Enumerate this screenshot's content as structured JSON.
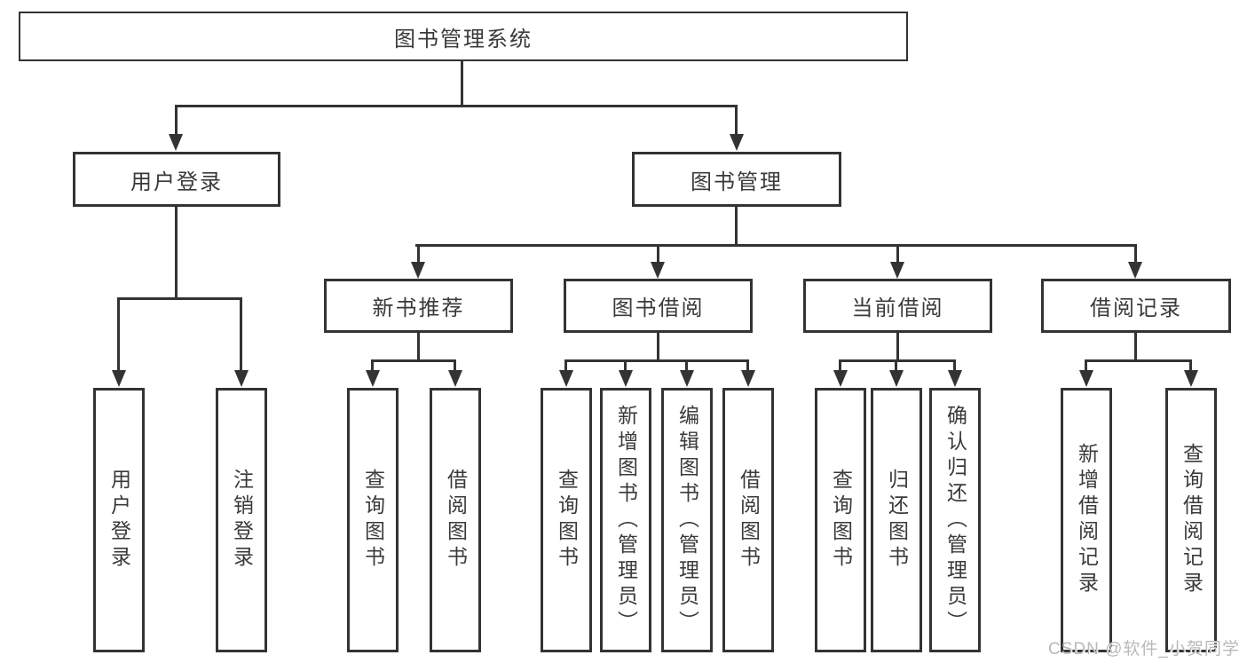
{
  "nodes": {
    "root": "图书管理系统",
    "user_login": "用户登录",
    "book_management": "图书管理",
    "new_book_recommend": "新书推荐",
    "book_borrow": "图书借阅",
    "current_borrow": "当前借阅",
    "borrow_records": "借阅记录",
    "login_action": "用户登录",
    "logout_action": "注销登录",
    "nbr_query_books": "查询图书",
    "nbr_borrow_books": "借阅图书",
    "bb_query_books": "查询图书",
    "bb_add_books_admin": "新增图书（管理员）",
    "bb_edit_books_admin": "编辑图书（管理员）",
    "bb_borrow_books": "借阅图书",
    "cb_query_books": "查询图书",
    "cb_return_books": "归还图书",
    "cb_confirm_return_admin": "确认归还（管理员）",
    "br_add_record": "新增借阅记录",
    "br_query_record": "查询借阅记录"
  },
  "watermark": "CSDN @软件_小贺同学",
  "colors": {
    "line": "#333333",
    "text": "#3a3a3a",
    "watermark": "#b9b9b9",
    "background": "#ffffff"
  }
}
